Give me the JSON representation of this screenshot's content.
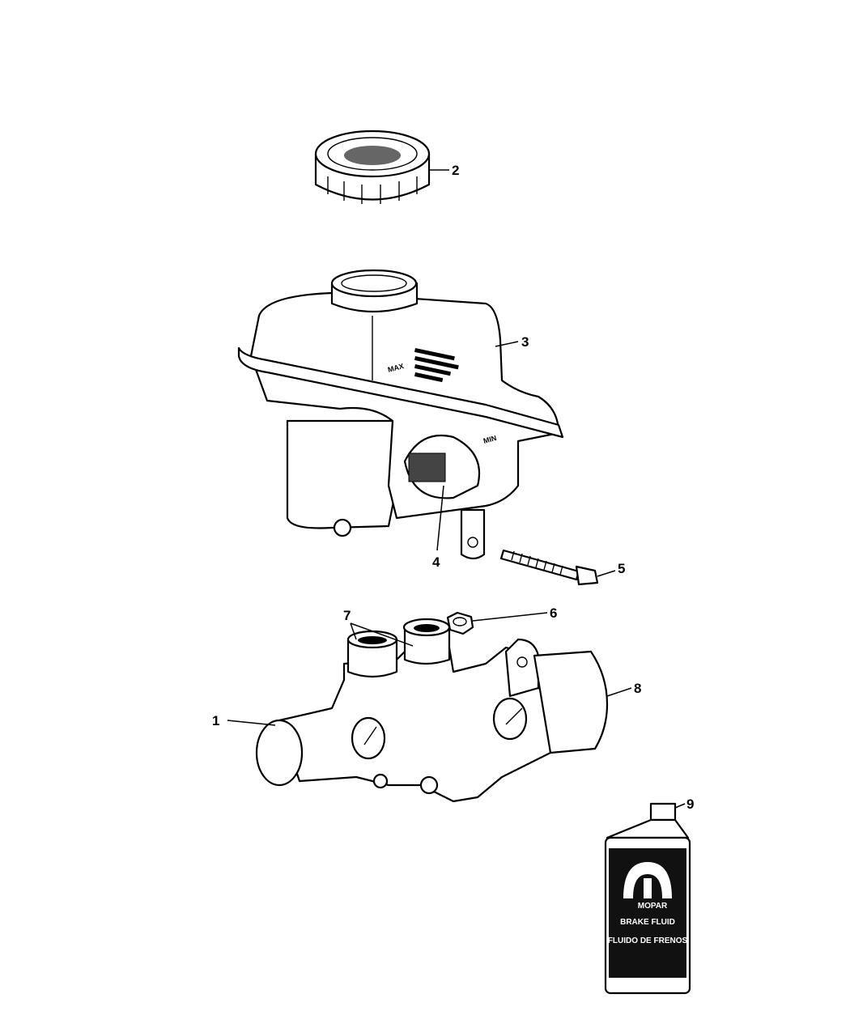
{
  "diagram": {
    "title": "Brake Master Cylinder Assembly",
    "callouts": [
      "1",
      "2",
      "3",
      "4",
      "5",
      "6",
      "7",
      "8",
      "9"
    ],
    "reservoir_marks": {
      "max": "MAX",
      "min": "MIN"
    },
    "bottle": {
      "brand": "MOPAR",
      "line1": "BRAKE FLUID",
      "line2": "FLUIDO DE FRENOS"
    },
    "colors": {
      "ink": "#000000",
      "paper": "#ffffff"
    }
  }
}
